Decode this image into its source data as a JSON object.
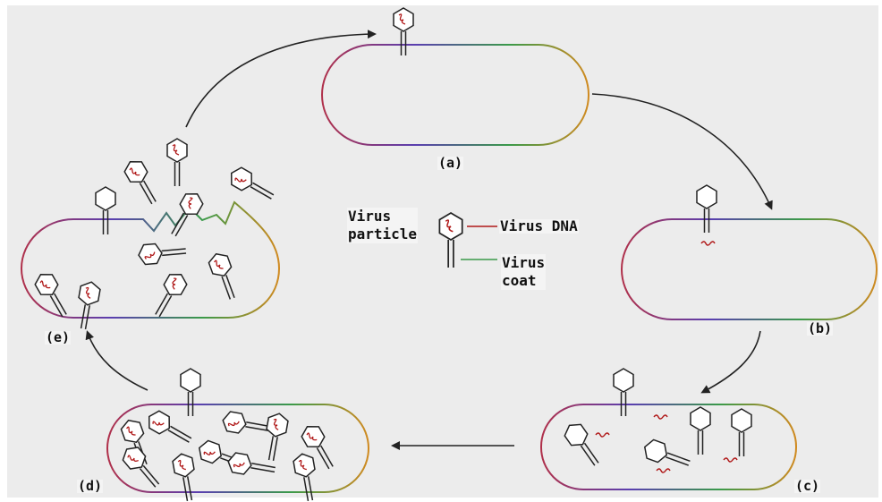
{
  "colors": {
    "background": "#ececec",
    "outline": "#222222",
    "dna": "#b01818",
    "membrane_accents": [
      "#5a3fb0",
      "#b0304a",
      "#3a9a4a",
      "#d08a20"
    ]
  },
  "stages": [
    {
      "id": "a",
      "label": "(a)"
    },
    {
      "id": "b",
      "label": "(b)"
    },
    {
      "id": "c",
      "label": "(c)"
    },
    {
      "id": "d",
      "label": "(d)"
    },
    {
      "id": "e",
      "label": "(e)"
    }
  ],
  "legend": {
    "particle": "Virus\nparticle",
    "dna": "Virus DNA",
    "coat": "Virus\ncoat"
  }
}
